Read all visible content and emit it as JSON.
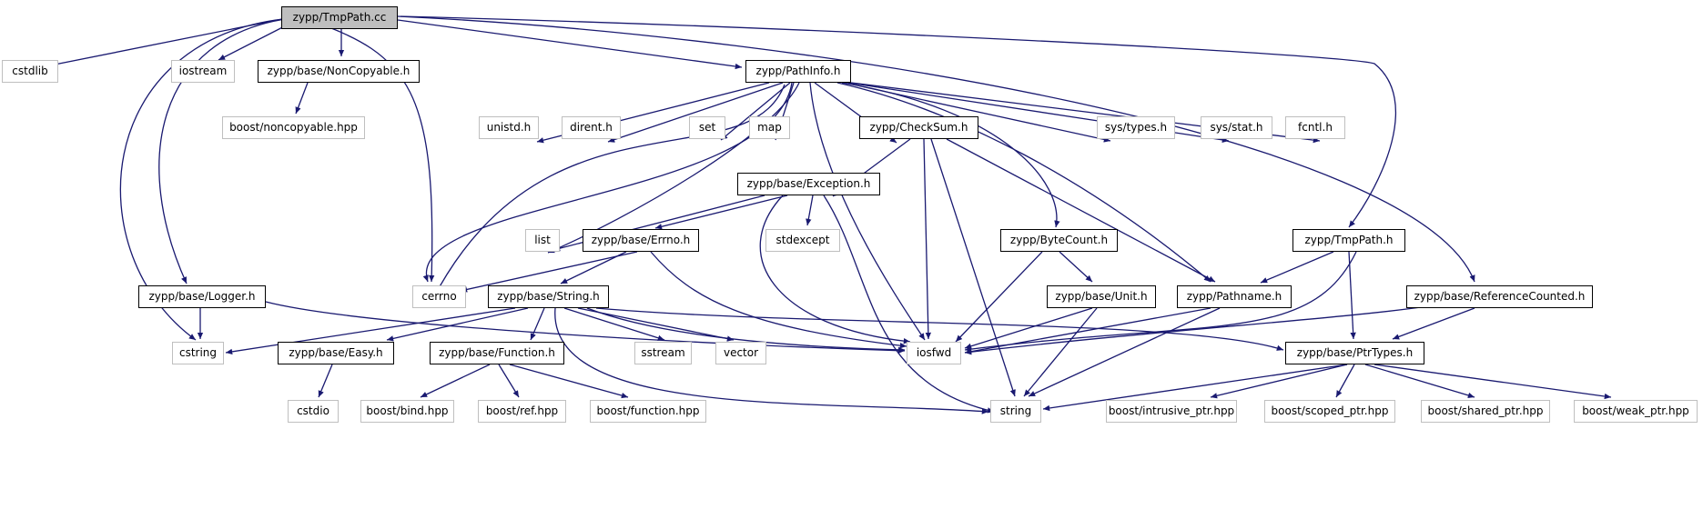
{
  "graph": {
    "title_node": "zypp/TmpPath.cc",
    "edge_color": "#191970",
    "root_fill_color": "#bfbfbf",
    "internal_border_color": "#000000",
    "external_border_color": "#bfbfbf",
    "nodes": {
      "tmppath_cc": "zypp/TmpPath.cc",
      "cstdlib": "cstdlib",
      "iostream": "iostream",
      "noncopyable_h": "zypp/base/NonCopyable.h",
      "pathinfo_h": "zypp/PathInfo.h",
      "boost_noncopyable": "boost/noncopyable.hpp",
      "unistd": "unistd.h",
      "dirent": "dirent.h",
      "set": "set",
      "map": "map",
      "checksum_h": "zypp/CheckSum.h",
      "sys_types": "sys/types.h",
      "sys_stat": "sys/stat.h",
      "fcntl": "fcntl.h",
      "exception_h": "zypp/base/Exception.h",
      "list": "list",
      "errno_h": "zypp/base/Errno.h",
      "stdexcept": "stdexcept",
      "bytecount_h": "zypp/ByteCount.h",
      "tmppath_h": "zypp/TmpPath.h",
      "logger_h": "zypp/base/Logger.h",
      "cerrno": "cerrno",
      "string_h": "zypp/base/String.h",
      "unit_h": "zypp/base/Unit.h",
      "pathname_h": "zypp/Pathname.h",
      "refcounted_h": "zypp/base/ReferenceCounted.h",
      "cstring": "cstring",
      "easy_h": "zypp/base/Easy.h",
      "function_h": "zypp/base/Function.h",
      "sstream": "sstream",
      "vector": "vector",
      "iosfwd": "iosfwd",
      "ptrtypes_h": "zypp/base/PtrTypes.h",
      "cstdio": "cstdio",
      "boost_bind": "boost/bind.hpp",
      "boost_ref": "boost/ref.hpp",
      "boost_function": "boost/function.hpp",
      "string": "string",
      "boost_intrusive": "boost/intrusive_ptr.hpp",
      "boost_scoped": "boost/scoped_ptr.hpp",
      "boost_shared": "boost/shared_ptr.hpp",
      "boost_weak": "boost/weak_ptr.hpp"
    }
  }
}
